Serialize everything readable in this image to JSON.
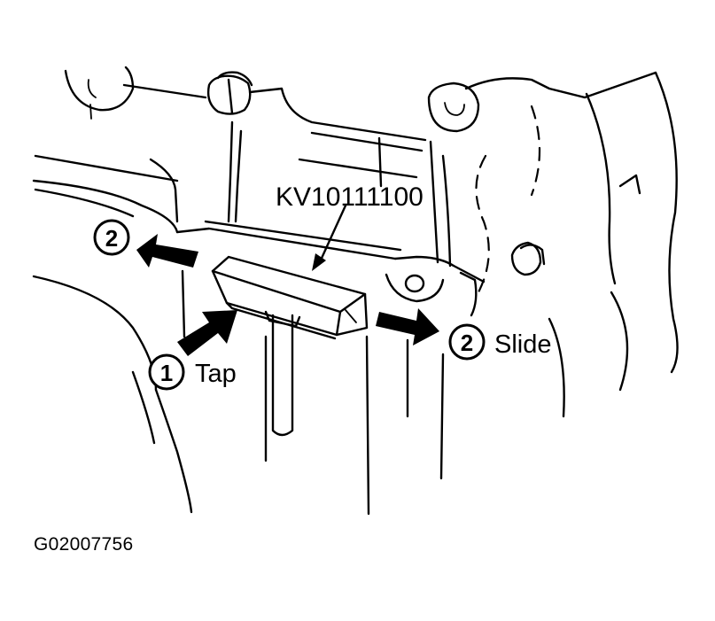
{
  "callouts": {
    "tool": "KV10111100",
    "step1_number": "1",
    "step1_text": "Tap",
    "step2_number": "2",
    "step2_text": "Slide"
  },
  "figure_code": "G02007756"
}
